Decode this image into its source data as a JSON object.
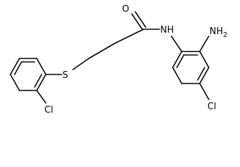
{
  "molecule": {
    "atoms": {
      "oxygen": "O",
      "amide_nitrogen": "NH",
      "amino_group": "NH",
      "amino_subscript": "2",
      "sulfur": "S",
      "chlorine_left": "Cl",
      "chlorine_right": "Cl"
    }
  },
  "colors": {
    "bond": "#000000",
    "label": "#000000",
    "background": "#ffffff"
  }
}
